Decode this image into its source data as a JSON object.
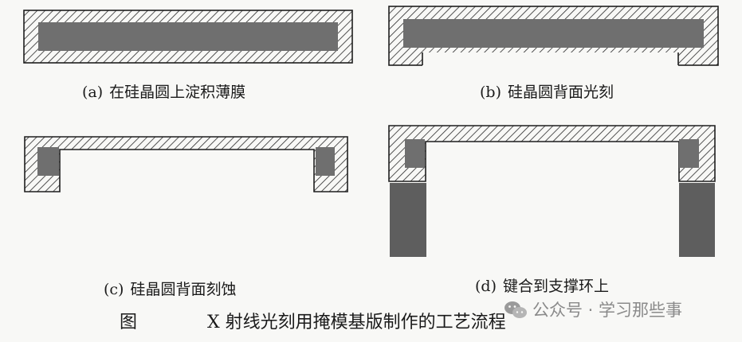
{
  "colors": {
    "hatch_line": "#2a2a2a",
    "outline": "#1e1e1e",
    "film": "#6f6f6f",
    "support_ring": "#5e5e5e",
    "background": "#f8f8f6",
    "watermark": "#8a8a8a"
  },
  "panels": [
    {
      "id": "a",
      "tag": "(a)",
      "label": "在硅晶圆上淀积薄膜"
    },
    {
      "id": "b",
      "tag": "(b)",
      "label": "硅晶圆背面光刻"
    },
    {
      "id": "c",
      "tag": "(c)",
      "label": "硅晶圆背面刻蚀"
    },
    {
      "id": "d",
      "tag": "(d)",
      "label": "键合到支撑环上"
    }
  ],
  "figure_caption": {
    "label": "图",
    "title": "X 射线光刻用掩模基版制作的工艺流程"
  },
  "watermark": {
    "icon": "wechat-icon",
    "text": "公众号 · 学习那些事"
  }
}
